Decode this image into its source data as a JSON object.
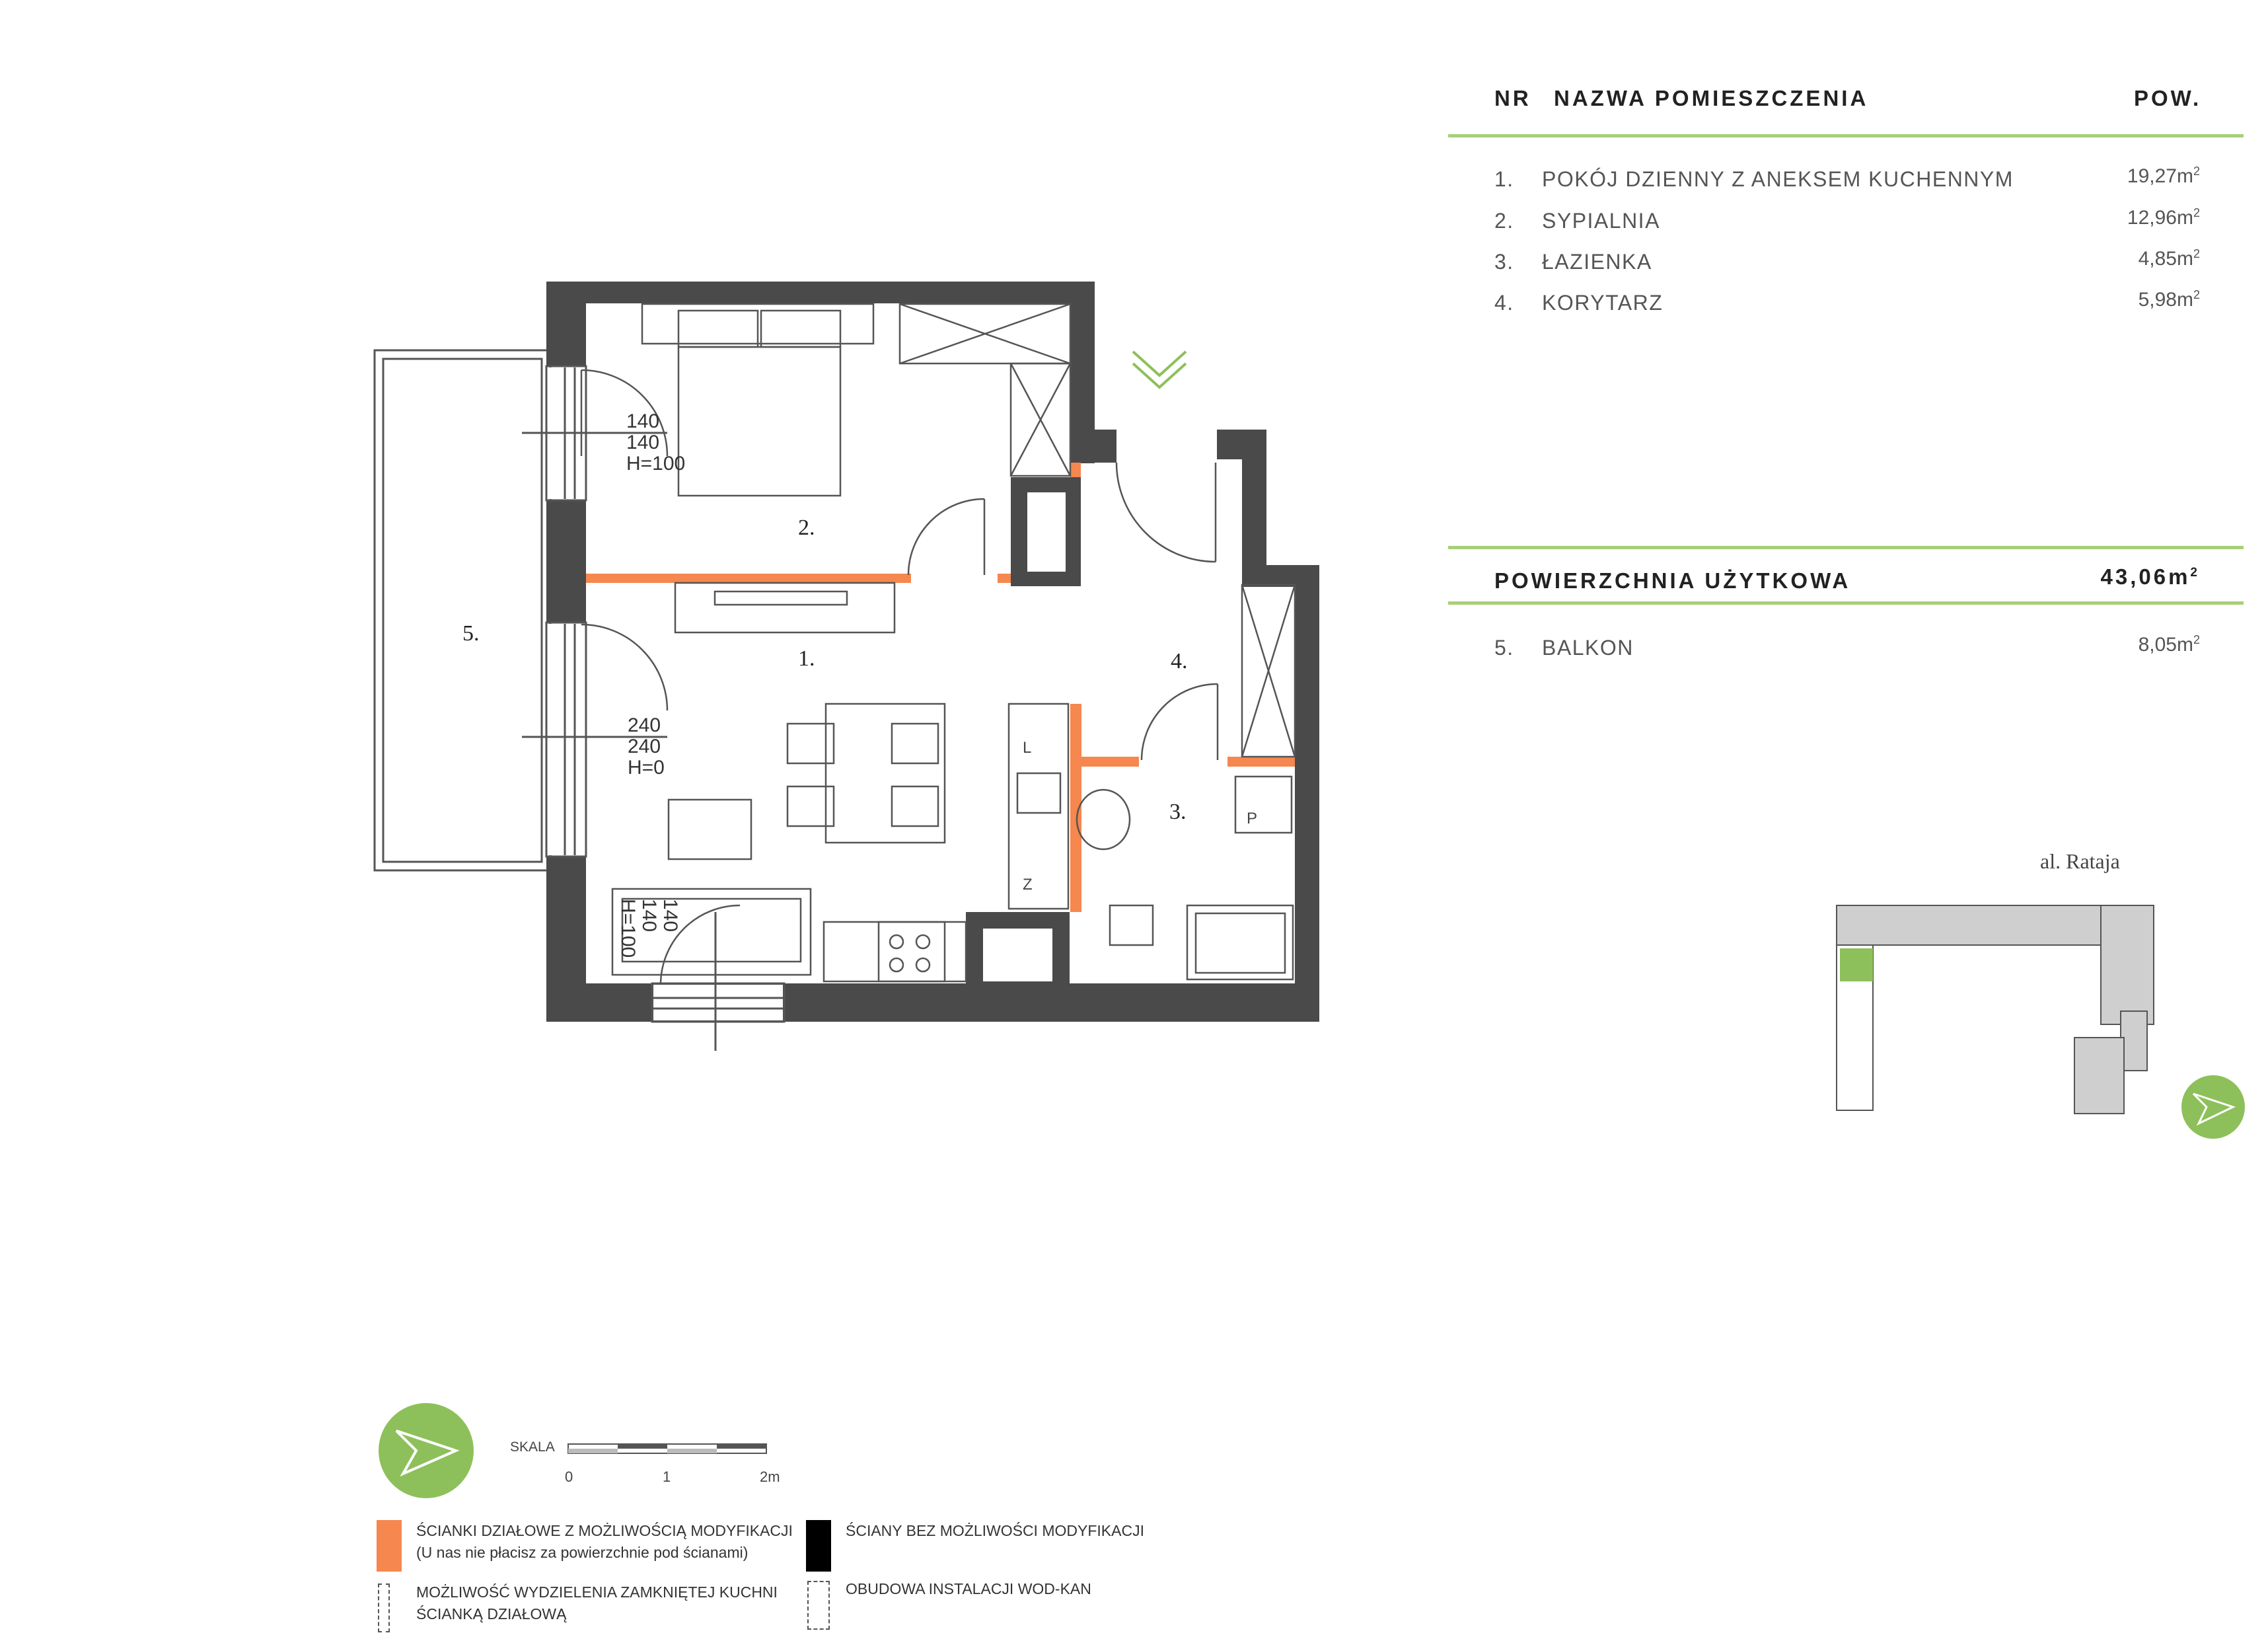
{
  "table": {
    "col_nr": "NR",
    "col_name": "NAZWA POMIESZCZENIA",
    "col_area": "POW.",
    "rooms": [
      {
        "nr": "1.",
        "name": "POKÓJ DZIENNY Z ANEKSEM KUCHENNYM",
        "area": "19,27m",
        "unit_exp": "2"
      },
      {
        "nr": "2.",
        "name": "SYPIALNIA",
        "area": "12,96m",
        "unit_exp": "2"
      },
      {
        "nr": "3.",
        "name": "ŁAZIENKA",
        "area": "4,85m",
        "unit_exp": "2"
      },
      {
        "nr": "4.",
        "name": "KORYTARZ",
        "area": "5,98m",
        "unit_exp": "2"
      }
    ],
    "usable_label": "POWIERZCHNIA UŻYTKOWA",
    "usable_area": "43,06m",
    "usable_exp": "2",
    "balcony": {
      "nr": "5.",
      "name": "BALKON",
      "area": "8,05m",
      "unit_exp": "2"
    }
  },
  "plan": {
    "labels": {
      "room1": "1.",
      "room2": "2.",
      "room3": "3.",
      "room4": "4.",
      "room5": "5."
    },
    "window_top": [
      "140",
      "140",
      "H=100"
    ],
    "window_mid": [
      "240",
      "240",
      "H=0"
    ],
    "window_bottom": [
      "140",
      "140",
      "H=100"
    ],
    "fridge_letter": "L",
    "washer_letter": "P",
    "z_letter": "Z"
  },
  "site": {
    "street": "al. Rataja"
  },
  "scale": {
    "label": "SKALA",
    "ticks": [
      "0",
      "1",
      "2m"
    ]
  },
  "legend": {
    "orange_line1": "ŚCIANKI DZIAŁOWE Z MOŻLIWOŚCIĄ MODYFIKACJI",
    "orange_line2": "(U nas nie płacisz za powierzchnie pod ścianami)",
    "dashed1_line1": "MOŻLIWOŚĆ WYDZIELENIA ZAMKNIĘTEJ KUCHNI",
    "dashed1_line2": "ŚCIANKĄ DZIAŁOWĄ",
    "black": "ŚCIANY BEZ MOŻLIWOŚCI MODYFIKACJI",
    "dashed2": "OBUDOWA INSTALACJI WOD-KAN"
  },
  "colors": {
    "wall": "#4a4a4a",
    "partition": "#f5874f",
    "accent": "#8dc05a"
  }
}
